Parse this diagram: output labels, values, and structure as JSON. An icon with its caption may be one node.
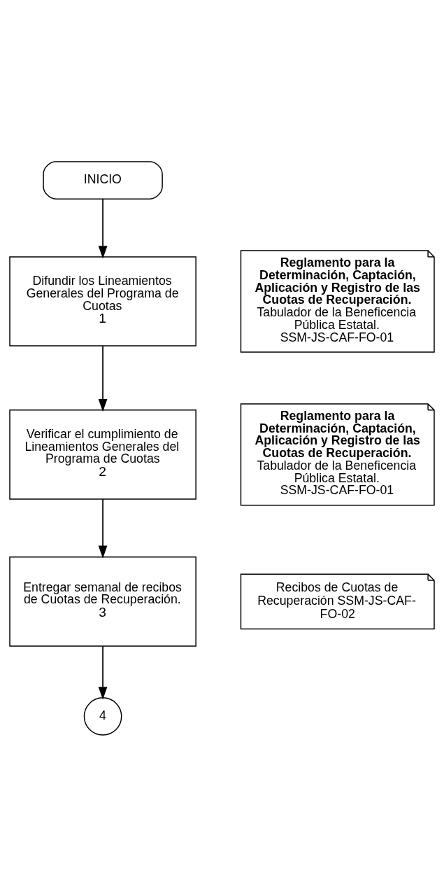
{
  "diagram": {
    "nodes": [
      {
        "text": [
          "INICIO"
        ]
      },
      {
        "text": [
          "Difundir los Lineamientos Generales del Programa de Cuotas",
          "1"
        ]
      },
      {
        "text": [
          "Reglamento para la Determinación, Captación, Aplicación y Registro de las Cuotas de Recuperación.",
          "Tabulador de la Beneficencia Pública Estatal.",
          "SSM-JS-CAF-FO-01"
        ]
      },
      {
        "text": [
          "Verificar el cumplimiento de Lineamientos Generales del Programa de Cuotas",
          "2"
        ]
      },
      {
        "text": [
          "Reglamento para la Determinación, Captación, Aplicación y Registro de las Cuotas de Recuperación.",
          "Tabulador de la Beneficencia Pública Estatal.",
          "SSM-JS-CAF-FO-01"
        ]
      },
      {
        "text": [
          "Entregar semanal de recibos de Cuotas de Recuperación.",
          "3"
        ]
      },
      {
        "text": [
          "Recibos de Cuotas de Recuperación SSM-JS-CAF-FO-02"
        ]
      },
      {
        "text": [
          "4"
        ]
      }
    ],
    "edges": [
      {
        "from": 0,
        "to": 1,
        "arrow": "to"
      },
      {
        "from": 1,
        "to": 3,
        "arrow": "to"
      },
      {
        "from": 3,
        "to": 5,
        "arrow": "to"
      },
      {
        "from": 5,
        "to": 7,
        "arrow": "to"
      }
    ]
  }
}
